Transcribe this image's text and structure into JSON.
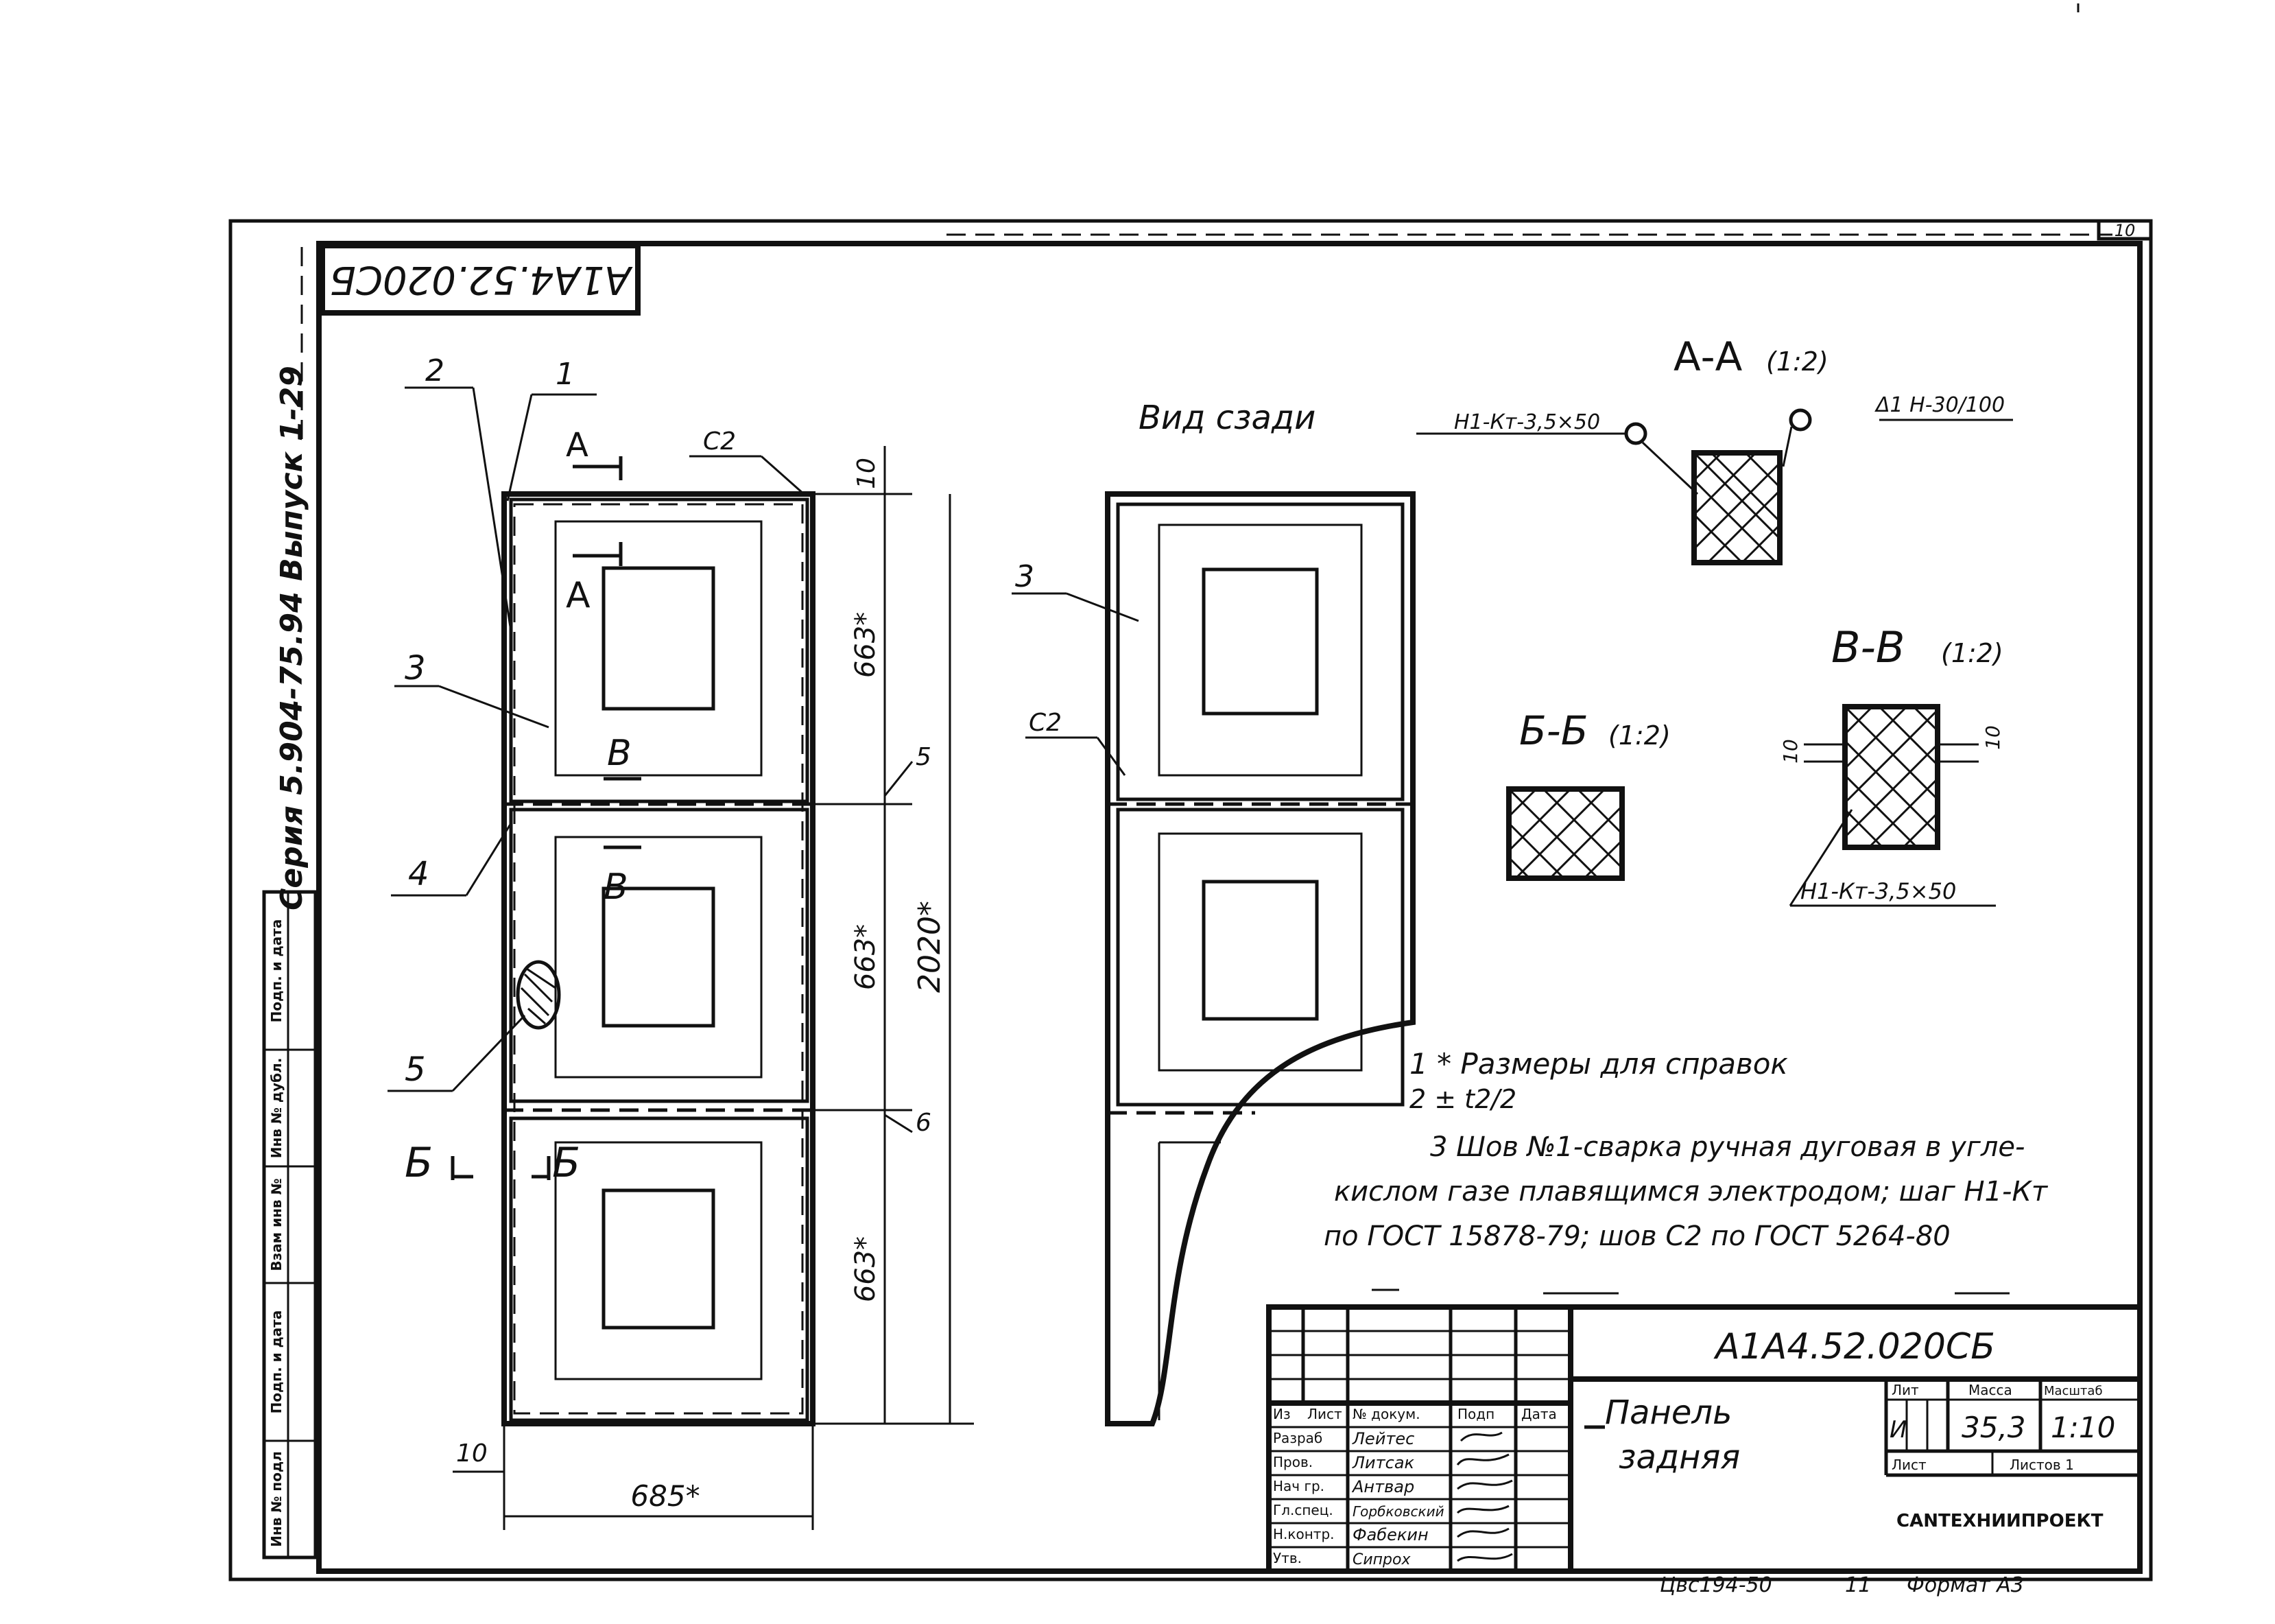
{
  "corner_stamp": "А1А4.52.020СБ",
  "sheet_number": "10",
  "series_text": "Серия 5.904-75.94 Выпуск 1-29",
  "left_strip_cells": [
    "Подп. и дата",
    "Инв № дубл.",
    "Взам инв №",
    "Подп. и дата",
    "Инв № подл"
  ],
  "front_view": {
    "leader_labels": [
      "2",
      "1",
      "3",
      "4",
      "5"
    ],
    "section_marks": [
      "А",
      "А",
      "В",
      "В",
      "Б",
      "Б"
    ],
    "weld_label": "С2",
    "dims": {
      "top_gap": "10",
      "panel_1": "663*",
      "panel_2": "663*",
      "panel_3": "663*",
      "total": "2020*",
      "width": "685*",
      "left_gap": "10",
      "gap_a": "5",
      "gap_b": "6"
    }
  },
  "rear_view": {
    "title": "Вид сзади",
    "label_3": "3",
    "label_c2": "С2"
  },
  "sections": {
    "aa": {
      "title": "А-А",
      "scale": "(1:2)",
      "weld_left": "Н1-Кт-3,5×50",
      "weld_right": "Δ1 Н-30/100"
    },
    "bb": {
      "title": "Б-Б",
      "scale": "(1:2)"
    },
    "vv": {
      "title": "В-В",
      "scale": "(1:2)",
      "dim_left": "10",
      "dim_right": "10",
      "weld": "Н1-Кт-3,5×50"
    }
  },
  "notes": [
    "1  * Размеры для справок",
    "2  ± t2/2",
    "3  Шов №1-сварка ручная дуговая в угле-",
    "кислом газе плавящимся электродом; шаг Н1-Кт",
    "по ГОСТ 15878-79; шов С2 по ГОСТ 5264-80"
  ],
  "title_block": {
    "doc_number": "А1А4.52.020СБ",
    "title_line1": "Панель",
    "title_line2": "задняя",
    "head_cols": [
      "Из",
      "Лист",
      "№ докум.",
      "Подп",
      "Дата"
    ],
    "roles": [
      "Разраб",
      "Пров.",
      "Нач гр.",
      "Гл.спец.",
      "Н.контр.",
      "Утв."
    ],
    "names": [
      "Лейтес",
      "Литсак",
      "Антвар",
      "Горбковский",
      "Фабекин",
      "Сипрох"
    ],
    "lit_header": "Лит",
    "lit_value": "И",
    "mass_header": "Масса",
    "mass_value": "35,3",
    "scale_header": "Масштаб",
    "scale_value": "1:10",
    "sheet_label": "Лист",
    "sheets_label": "Листов 1",
    "org": "СANТЕХНИИПРОЕКТ"
  },
  "bottom_texts": {
    "inventory": "Цвс194-50",
    "copy": "11",
    "format": "Формат А3"
  }
}
